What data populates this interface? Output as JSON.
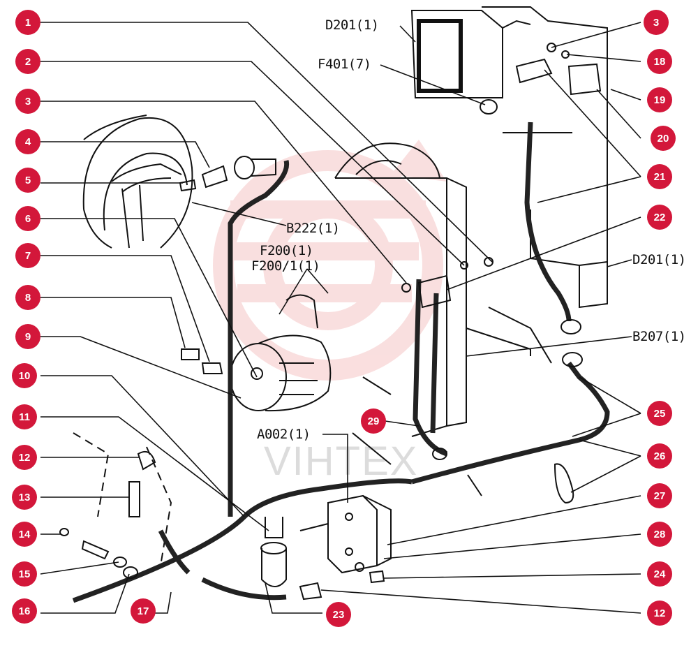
{
  "diagram": {
    "callout_color": "#d3173a",
    "line_color": "#111111",
    "watermark": {
      "text": "VIHTEX",
      "color": "#f3b9b9"
    },
    "callouts": {
      "c1": "1",
      "c2": "2",
      "c3a": "3",
      "c3b": "3",
      "c4": "4",
      "c5": "5",
      "c6": "6",
      "c7": "7",
      "c8": "8",
      "c9": "9",
      "c10": "10",
      "c11": "11",
      "c12a": "12",
      "c12b": "12",
      "c13": "13",
      "c14": "14",
      "c15": "15",
      "c16": "16",
      "c17": "17",
      "c18": "18",
      "c19": "19",
      "c20": "20",
      "c21": "21",
      "c22": "22",
      "c23": "23",
      "c24": "24",
      "c25": "25",
      "c26": "26",
      "c27": "27",
      "c28": "28",
      "c29": "29"
    },
    "references": {
      "d201_top": "D201(1)",
      "f401": "F401(7)",
      "b222": "B222(1)",
      "f200": "F200(1)",
      "f200_1": "F200/1(1)",
      "d201_right": "D201(1)",
      "b207": "B207(1)",
      "a002": "A002(1)"
    }
  }
}
